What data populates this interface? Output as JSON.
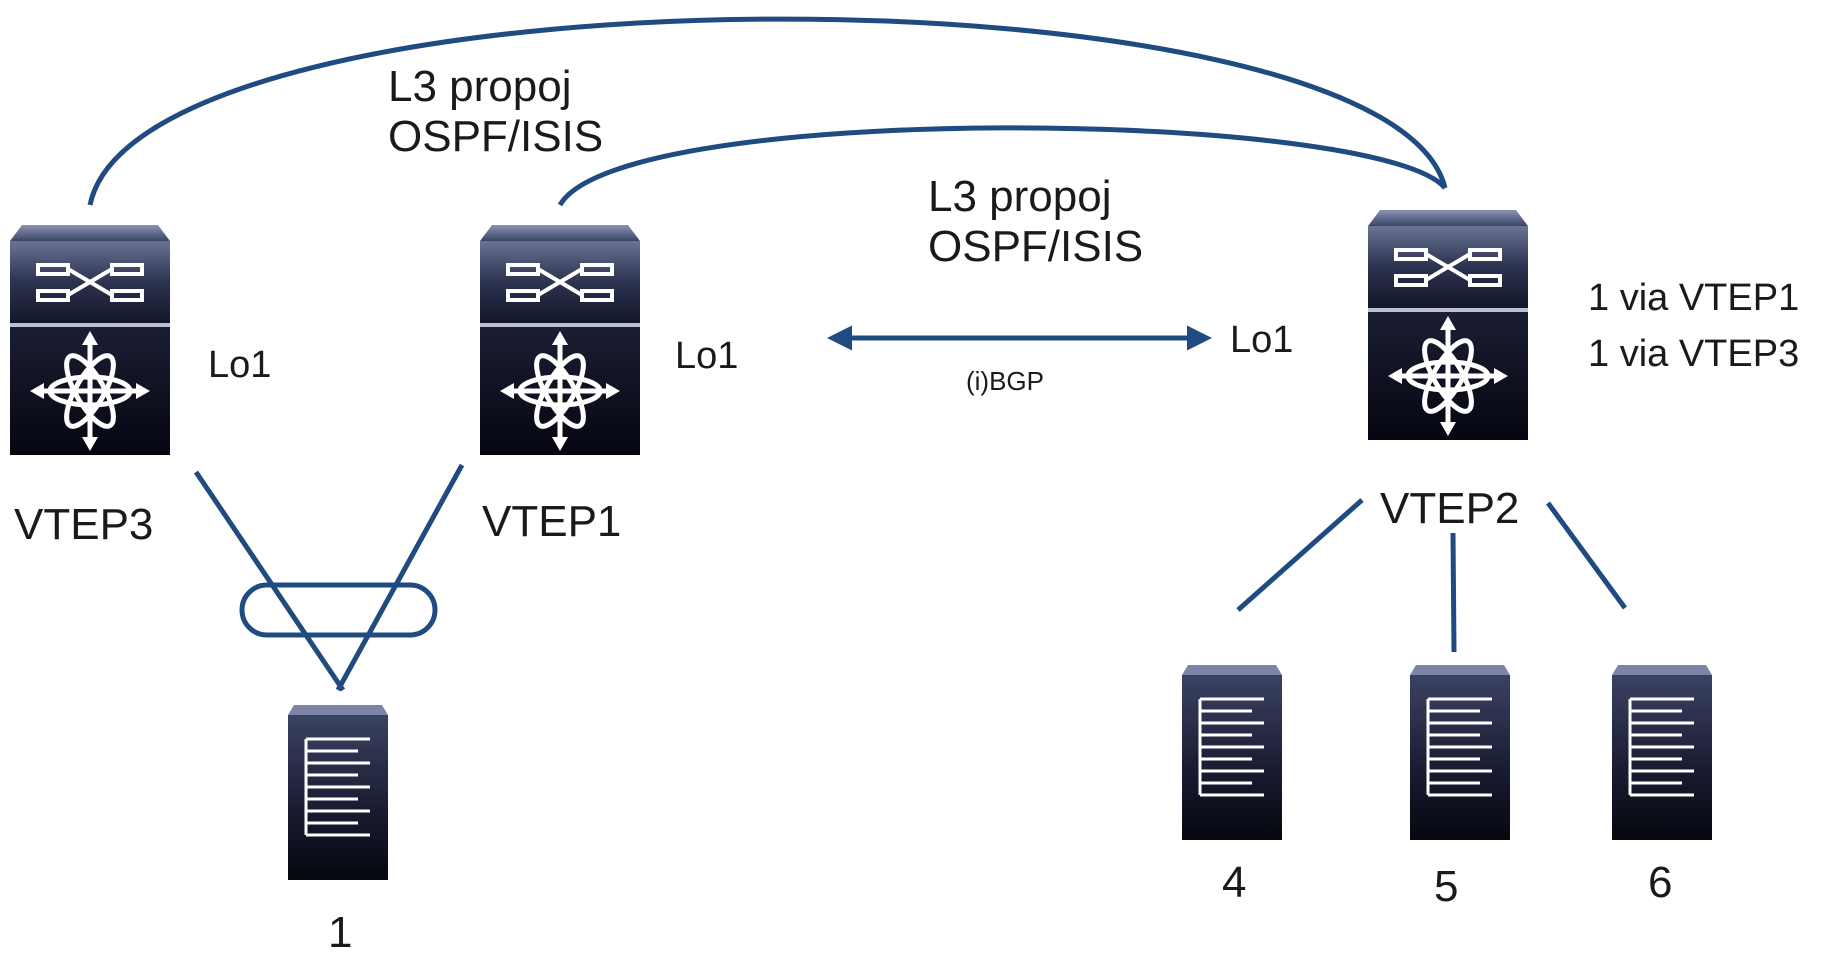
{
  "colors": {
    "link": "#1f4b80",
    "device_dark": "#0e0f1e",
    "device_mid": "#2e3550",
    "device_light": "#5b6487",
    "text": "#1a1a1a"
  },
  "links": {
    "l3_outer": {
      "line1": "L3 propoj",
      "line2": "OSPF/ISIS"
    },
    "l3_inner": {
      "line1": "L3 propoj",
      "line2": "OSPF/ISIS"
    },
    "bgp": {
      "label": "(i)BGP"
    }
  },
  "switches": [
    {
      "name": "VTEP3",
      "loopback": "Lo1",
      "icon": "nexus-switch-icon"
    },
    {
      "name": "VTEP1",
      "loopback": "Lo1",
      "icon": "nexus-switch-icon"
    },
    {
      "name": "VTEP2",
      "loopback": "Lo1",
      "icon": "nexus-switch-icon"
    }
  ],
  "routes": [
    "1 via VTEP1",
    "1 via VTEP3"
  ],
  "hosts": [
    {
      "label": "1",
      "icon": "server-icon"
    },
    {
      "label": "4",
      "icon": "server-icon"
    },
    {
      "label": "5",
      "icon": "server-icon"
    },
    {
      "label": "6",
      "icon": "server-icon"
    }
  ]
}
